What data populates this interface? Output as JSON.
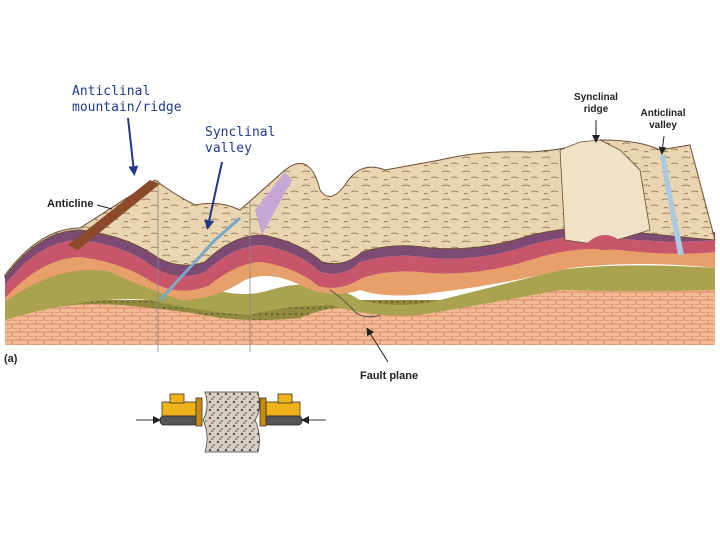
{
  "labels": {
    "anticlinal_ridge_line1": "Anticlinal",
    "anticlinal_ridge_line2": "mountain/ridge",
    "synclinal_valley_line1": "Synclinal",
    "synclinal_valley_line2": "valley",
    "synclinal_ridge_line1": "Synclinal",
    "synclinal_ridge_line2": "ridge",
    "anticlinal_valley_line1": "Anticlinal",
    "anticlinal_valley_line2": "valley",
    "anticline": "Anticline",
    "fault_plane": "Fault  plane",
    "panel_letter": "(a)"
  },
  "colors": {
    "arrow_blue": "#1f3a8a",
    "surface_tan": "#e9d5b0",
    "red_layer": "#c8566a",
    "orange_layer": "#e8a06a",
    "olive_layer": "#8e8a48",
    "salmon_layer": "#f4b992",
    "lilac_layer": "#c8a6d6",
    "water_blue": "#a9c9e4",
    "bulldozer_yellow": "#f0b21a"
  },
  "icons": [
    "bulldozer-left-icon",
    "bulldozer-right-icon",
    "compression-arrow-icon"
  ]
}
